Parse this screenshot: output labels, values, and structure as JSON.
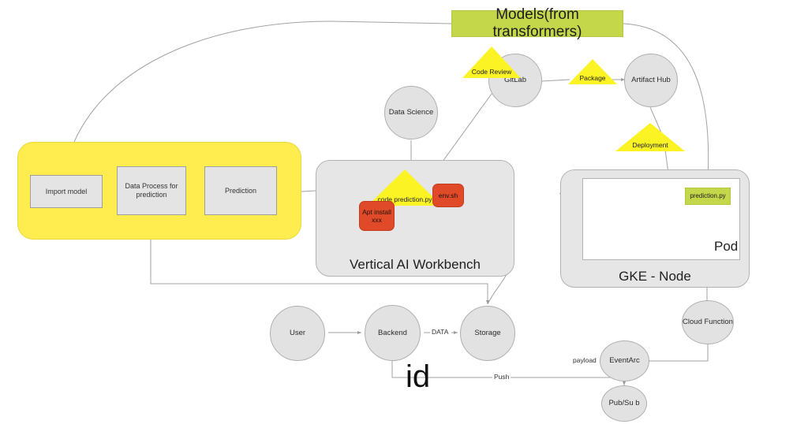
{
  "diagram": {
    "title_box": {
      "label": "Models(from transformers)",
      "color": "#c4d64a"
    },
    "containers": [
      {
        "id": "vertical-ai-workbench",
        "label": "Vertical AI Workbench",
        "color": "#e6e6e6"
      },
      {
        "id": "gke-node",
        "label": "GKE - Node",
        "color": "#e6e6e6"
      },
      {
        "id": "pod",
        "label": "Pod",
        "color": "#ffffff"
      },
      {
        "id": "pipeline-group",
        "label": "",
        "color": "#ffed4f"
      }
    ],
    "process_boxes": [
      {
        "id": "import-model",
        "label": "Import model"
      },
      {
        "id": "data-process",
        "label": "Data Process for prediction"
      },
      {
        "id": "prediction",
        "label": "Prediction"
      }
    ],
    "circles": [
      {
        "id": "data-science",
        "label": "Data Science"
      },
      {
        "id": "gitlab",
        "label": "GitLab"
      },
      {
        "id": "artifact-hub",
        "label": "Artifact Hub"
      },
      {
        "id": "user",
        "label": "User"
      },
      {
        "id": "backend",
        "label": "Backend"
      },
      {
        "id": "storage",
        "label": "Storage"
      },
      {
        "id": "cloud-function",
        "label": "Cloud Function"
      },
      {
        "id": "eventarc",
        "label": "EventArc"
      },
      {
        "id": "pubsub",
        "label": "Pub/Su b"
      }
    ],
    "triangles": [
      {
        "id": "code-review",
        "label": "Code Review",
        "color": "#fbf324"
      },
      {
        "id": "package",
        "label": "Package",
        "color": "#fbf324"
      },
      {
        "id": "deployment",
        "label": "Deployment",
        "color": "#fbf324"
      },
      {
        "id": "code-prediction",
        "label": "code prediction.py",
        "color": "#fbf324"
      }
    ],
    "red_boxes": [
      {
        "id": "env-sh",
        "label": "env.sh",
        "color": "#e04a28"
      },
      {
        "id": "apt-install",
        "label": "Apt install xxx",
        "color": "#e04a28"
      }
    ],
    "green_boxes": [
      {
        "id": "prediction-py",
        "label": "prediction.py",
        "color": "#c4d64a"
      }
    ],
    "edge_labels": [
      {
        "id": "data",
        "label": "DATA"
      },
      {
        "id": "push",
        "label": "Push"
      },
      {
        "id": "payload",
        "label": "payload"
      }
    ],
    "annotations": [
      {
        "id": "id-text",
        "label": "id"
      }
    ]
  }
}
